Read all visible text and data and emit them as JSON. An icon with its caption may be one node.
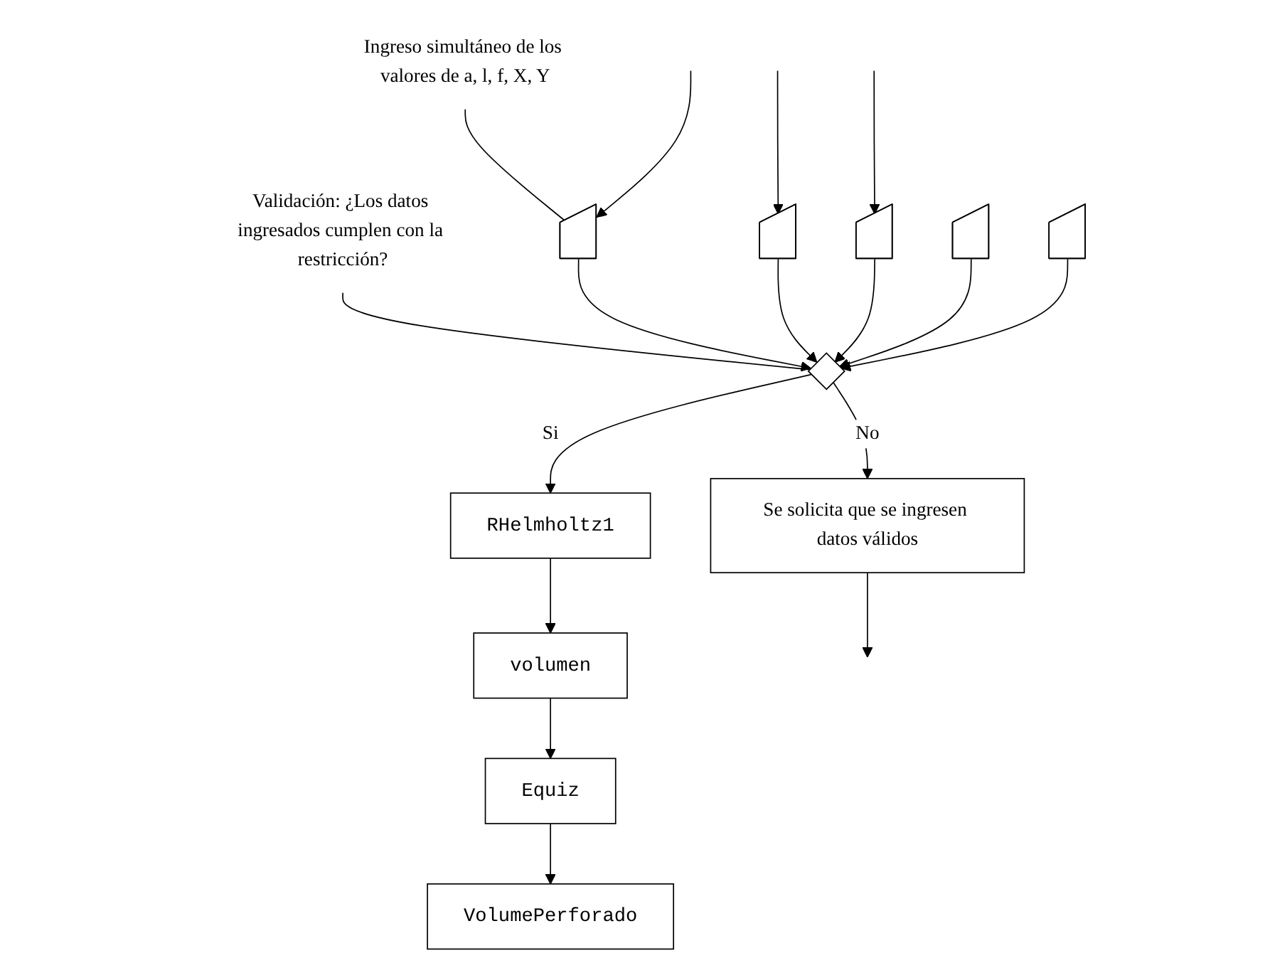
{
  "diagram": {
    "nodes": [
      {
        "text": [
          "Ingreso simultáneo de los valores de a, l, f, X, Y"
        ]
      },
      {
        "text": [
          "Validación: ¿Los datos ingresados cumplen con la restricción?"
        ]
      },
      {
        "text": [],
        "shape": "trapezoid"
      },
      {
        "text": [],
        "shape": "trapezoid"
      },
      {
        "text": [],
        "shape": "trapezoid"
      },
      {
        "text": [],
        "shape": "trapezoid"
      },
      {
        "text": [],
        "shape": "trapezoid"
      },
      {
        "text": [],
        "shape": "diamond"
      },
      {
        "text": [
          "Se solicita que se ingresen datos válidos"
        ]
      },
      {
        "text": [
          "RHelmholtz1"
        ]
      },
      {
        "text": [
          "volumen"
        ]
      },
      {
        "text": [
          "Equiz"
        ]
      },
      {
        "text": [
          "VolumePerforado"
        ]
      }
    ],
    "edges": [
      {
        "from": 0,
        "to": 2,
        "arrow": "none"
      },
      {
        "from": 1,
        "to": 7,
        "arrow": "none"
      },
      {
        "from": null,
        "to": 2,
        "arrow": "to"
      },
      {
        "from": null,
        "to": 3,
        "arrow": "to"
      },
      {
        "from": null,
        "to": 4,
        "arrow": "to"
      },
      {
        "from": 2,
        "to": 7,
        "arrow": "to"
      },
      {
        "from": 3,
        "to": 7,
        "arrow": "to"
      },
      {
        "from": 4,
        "to": 7,
        "arrow": "to"
      },
      {
        "from": 5,
        "to": 7,
        "arrow": "to"
      },
      {
        "from": 6,
        "to": 7,
        "arrow": "to"
      },
      {
        "from": 7,
        "to": 8,
        "label": "No",
        "arrow": "to"
      },
      {
        "from": 7,
        "to": 9,
        "label": "Si",
        "arrow": "to"
      },
      {
        "from": 9,
        "to": 10,
        "arrow": "to"
      },
      {
        "from": 10,
        "to": 11,
        "arrow": "to"
      },
      {
        "from": 11,
        "to": 12,
        "arrow": "to"
      },
      {
        "from": 8,
        "to": null,
        "arrow": "to"
      }
    ]
  }
}
